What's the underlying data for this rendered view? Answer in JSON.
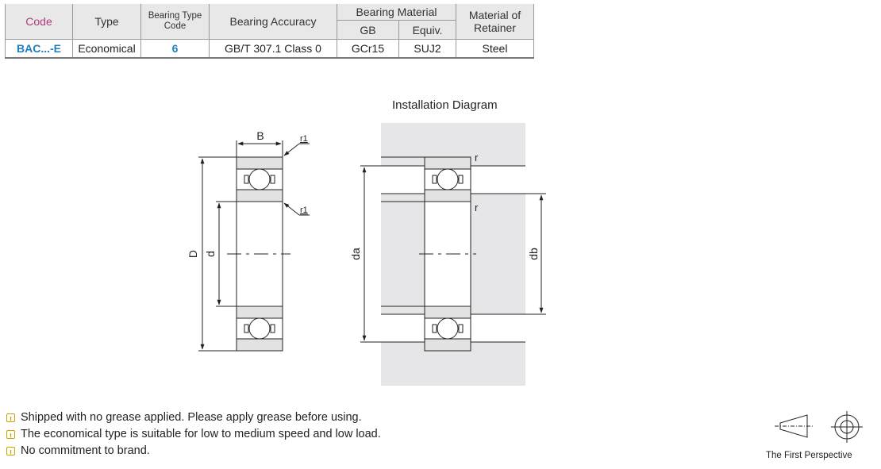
{
  "table": {
    "headers": {
      "code": "Code",
      "type": "Type",
      "bearing_type_code": [
        "Bearing Type",
        "Code"
      ],
      "bearing_accuracy": "Bearing Accuracy",
      "bearing_material": "Bearing Material",
      "gb": "GB",
      "equiv": "Equiv.",
      "retainer": [
        "Material of",
        "Retainer"
      ]
    },
    "row": {
      "code": "BAC...-E",
      "type": "Economical",
      "bearing_type_code": "6",
      "bearing_accuracy": "GB/T 307.1  Class 0",
      "gb": "GCr15",
      "equiv": "SUJ2",
      "retainer": "Steel"
    }
  },
  "diagram": {
    "installation_title": "Installation Diagram",
    "labels": {
      "B": "B",
      "r1_top": "r1",
      "r1_bottom": "r1",
      "D": "D",
      "d": "d",
      "r_top": "r",
      "r_bottom": "r",
      "da": "da",
      "db": "db"
    }
  },
  "notes": [
    "Shipped with no grease applied. Please apply grease before using.",
    "The economical type is suitable for low to medium speed and low load.",
    "No commitment to brand."
  ],
  "perspective_label": "The First Perspective",
  "colors": {
    "code_header": "#b03a7a",
    "highlight_blue": "#1f7fc2",
    "housing_gray": "#e6e6e8",
    "note_icon": "#c9a400"
  }
}
